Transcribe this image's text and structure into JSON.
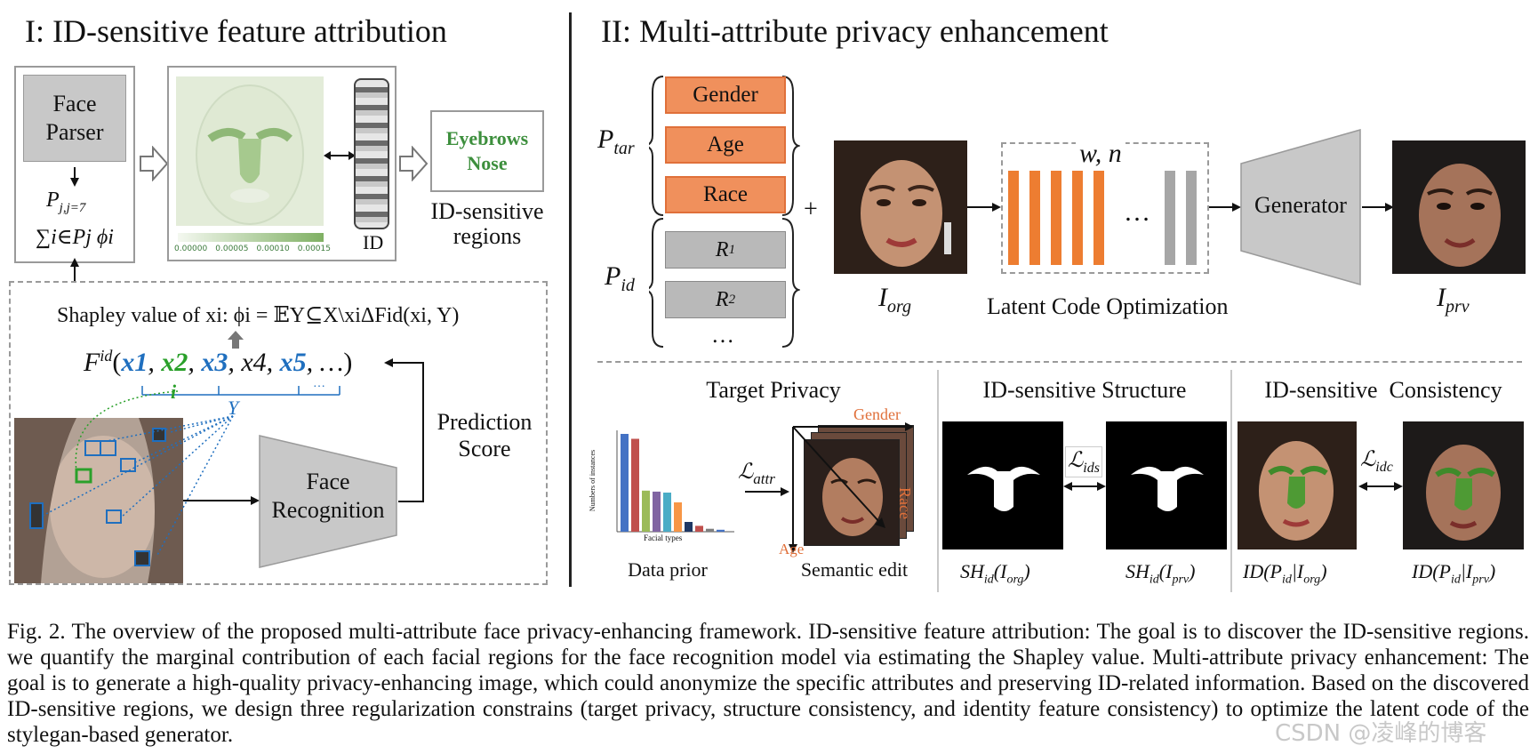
{
  "panel1": {
    "title": "I: ID-sensitive feature attribution",
    "face_parser": "Face\nParser",
    "formula_p": "P_{j,j=7}",
    "formula_sum": "∑i∈Pj ϕi",
    "colorbar_ticks": [
      "0.00000",
      "0.00005",
      "0.00010",
      "0.00015"
    ],
    "id_label": "ID",
    "result_region1": "Eyebrows",
    "result_region2": "Nose",
    "result_caption": "ID-sensitive\nregions",
    "shapley_text": "Shapley value of xi:  ϕi = 𝔼Y⊆X\\xiΔFid(xi, Y)",
    "fid_prefix": "F",
    "fid_sup": "id",
    "fid_args": [
      "x1",
      "x2",
      "x3",
      "x4",
      "x5",
      "…"
    ],
    "label_i": "i",
    "label_Y": "Y",
    "face_recognition": "Face\nRecognition",
    "prediction_score": "Prediction\nScore"
  },
  "panel2": {
    "title": "II: Multi-attribute privacy enhancement",
    "p_tar": "P",
    "p_tar_sub": "tar",
    "p_id": "P",
    "p_id_sub": "id",
    "attributes": [
      "Gender",
      "Age",
      "Race"
    ],
    "r_items": [
      "R1",
      "R2"
    ],
    "ellipsis": "…",
    "plus": "+",
    "i_org": "I",
    "i_org_sub": "org",
    "latent_label": "w, n",
    "latent_caption": "Latent Code Optimization",
    "generator": "Generator",
    "i_prv": "I",
    "i_prv_sub": "prv",
    "target_privacy": "Target Privacy",
    "id_structure": "ID-sensitive Structure",
    "id_consistency": "ID-sensitive  Consistency",
    "l_attr": "ℒattr",
    "l_ids": "ℒids",
    "l_idc": "ℒidc",
    "data_prior": "Data prior",
    "semantic_edit": "Semantic edit",
    "axis_gender": "Gender",
    "axis_race": "Race",
    "axis_age": "Age",
    "hist_ylabel": "Numbers of instances",
    "hist_xlabel": "Facial types",
    "sh_org": "SHid(Iorg)",
    "sh_prv": "SHid(Iprv)",
    "id_org": "ID(Pid|Iorg)",
    "id_prv": "ID(Pid|Iprv)",
    "hist_colors": [
      "#4472c4",
      "#c0504d",
      "#9bbb59",
      "#8064a2",
      "#4bacc6",
      "#f79646",
      "#1f3864",
      "#c0504d",
      "#7f7f7f"
    ],
    "hist_values": [
      100,
      95,
      42,
      41,
      40,
      30,
      10,
      6,
      3,
      2
    ]
  },
  "caption": {
    "text": "Fig. 2.   The overview of the proposed multi-attribute face privacy-enhancing framework. ID-sensitive feature attribution: The goal is to discover the ID-sensitive regions. we quantify the marginal contribution of each facial regions for the face recognition model via estimating the Shapley value. Multi-attribute privacy enhancement: The goal is to generate a high-quality privacy-enhancing image, which could anonymize the specific attributes and preserving ID-related information. Based on the discovered ID-sensitive regions, we design three regularization constrains (target privacy, structure consistency, and identity feature consistency) to optimize the latent code of the stylegan-based generator."
  },
  "watermark": "CSDN @凌峰的博客",
  "colors": {
    "orange": "#f0905c",
    "green_text": "#3d8f3d",
    "blue_math": "#1f6fbf",
    "green_math": "#2aa02a"
  }
}
